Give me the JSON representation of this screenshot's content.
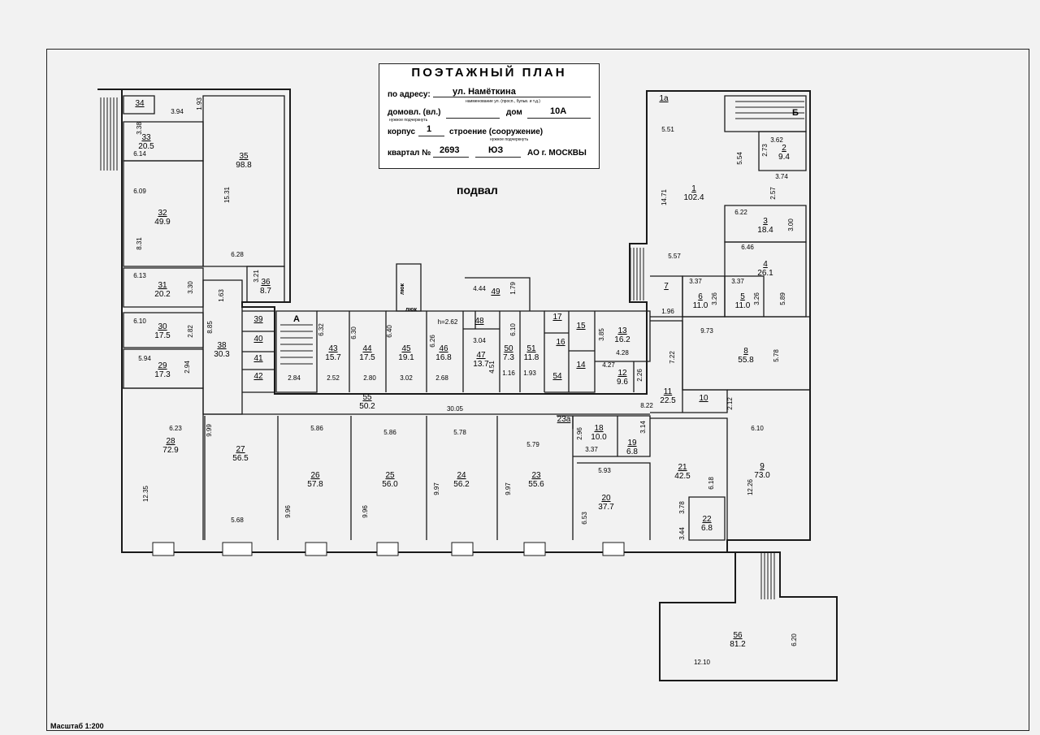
{
  "title_block": {
    "heading": "ПОЭТАЖНЫЙ ПЛАН",
    "address_label": "по адресу:",
    "address_value": "ул. Намёткина",
    "address_note": "наименование ул. (просп., бульв. и т.д.)",
    "domovl_label": "домовл. (вл.)",
    "domovl_note": "нужное подчеркнуть",
    "dom_label": "дом",
    "dom_value": "10А",
    "korpus_label": "корпус",
    "korpus_value": "1",
    "stroenie_label": "строение (сооружение)",
    "stroenie_note": "нужное подчеркнуть",
    "kvartal_label": "квартал №",
    "kvartal_value": "2693",
    "okrug_value": "ЮЗ",
    "ao_label": "АО г. МОСКВЫ"
  },
  "floor_name": "подвал",
  "scale": "Масштаб 1:200",
  "rooms": [
    {
      "no": "34",
      "area": ""
    },
    {
      "no": "33",
      "area": "20.5"
    },
    {
      "no": "35",
      "area": "98.8"
    },
    {
      "no": "32",
      "area": "49.9"
    },
    {
      "no": "31",
      "area": "20.2"
    },
    {
      "no": "36",
      "area": "8.7"
    },
    {
      "no": "30",
      "area": "17.5"
    },
    {
      "no": "29",
      "area": "17.3"
    },
    {
      "no": "38",
      "area": "30.3"
    },
    {
      "no": "39",
      "area": ""
    },
    {
      "no": "40",
      "area": ""
    },
    {
      "no": "41",
      "area": ""
    },
    {
      "no": "42",
      "area": ""
    },
    {
      "no": "43",
      "area": "15.7"
    },
    {
      "no": "44",
      "area": "17.5"
    },
    {
      "no": "45",
      "area": "19.1"
    },
    {
      "no": "46",
      "area": "16.8"
    },
    {
      "no": "47",
      "area": "13.7"
    },
    {
      "no": "48",
      "area": ""
    },
    {
      "no": "49",
      "area": ""
    },
    {
      "no": "50",
      "area": "7.3"
    },
    {
      "no": "51",
      "area": "11.8"
    },
    {
      "no": "17",
      "area": ""
    },
    {
      "no": "15",
      "area": ""
    },
    {
      "no": "16",
      "area": ""
    },
    {
      "no": "14",
      "area": ""
    },
    {
      "no": "54",
      "area": ""
    },
    {
      "no": "13",
      "area": "16.2"
    },
    {
      "no": "12",
      "area": "9.6"
    },
    {
      "no": "55",
      "area": "50.2"
    },
    {
      "no": "28",
      "area": "72.9"
    },
    {
      "no": "27",
      "area": "56.5"
    },
    {
      "no": "26",
      "area": "57.8"
    },
    {
      "no": "25",
      "area": "56.0"
    },
    {
      "no": "24",
      "area": "56.2"
    },
    {
      "no": "23",
      "area": "55.6"
    },
    {
      "no": "23а",
      "area": ""
    },
    {
      "no": "18",
      "area": "10.0"
    },
    {
      "no": "19",
      "area": "6.8"
    },
    {
      "no": "20",
      "area": "37.7"
    },
    {
      "no": "21",
      "area": "42.5"
    },
    {
      "no": "22",
      "area": "6.8"
    },
    {
      "no": "1а",
      "area": ""
    },
    {
      "no": "1",
      "area": "102.4"
    },
    {
      "no": "2",
      "area": "9.4"
    },
    {
      "no": "3",
      "area": "18.4"
    },
    {
      "no": "4",
      "area": "26.1"
    },
    {
      "no": "7",
      "area": ""
    },
    {
      "no": "6",
      "area": "11.0"
    },
    {
      "no": "5",
      "area": "11.0"
    },
    {
      "no": "8",
      "area": "55.8"
    },
    {
      "no": "11",
      "area": "22.5"
    },
    {
      "no": "10",
      "area": ""
    },
    {
      "no": "9",
      "area": "73.0"
    },
    {
      "no": "56",
      "area": "81.2"
    }
  ],
  "dimensions": [
    "3.94",
    "1.93",
    "3.38",
    "6.14",
    "15.31",
    "6.09",
    "8.31",
    "6.28",
    "6.13",
    "3.30",
    "3.21",
    "1.63",
    "6.10",
    "2.82",
    "8.85",
    "5.94",
    "2.94",
    "2.84",
    "6.32",
    "2.52",
    "6.30",
    "2.80",
    "6.40",
    "3.02",
    "h=2.62",
    "6.26",
    "2.68",
    "3.04",
    "4.51",
    "1.16",
    "6.10",
    "1.93",
    "4.44",
    "1.79",
    "3.85",
    "4.28",
    "4.27",
    "2.26",
    "30.05",
    "8.22",
    "6.23",
    "9.99",
    "12.35",
    "5.68",
    "5.86",
    "9.96",
    "5.86",
    "9.96",
    "5.78",
    "9.97",
    "5.79",
    "9.97",
    "2.96",
    "3.37",
    "3.14",
    "5.93",
    "6.53",
    "3.78",
    "3.44",
    "6.18",
    "12.26",
    "6.10",
    "2.12",
    "9.73",
    "5.78",
    "7.22",
    "1.96",
    "3.37",
    "3.26",
    "3.37",
    "3.26",
    "5.89",
    "6.46",
    "6.22",
    "3.00",
    "5.57",
    "14.71",
    "5.51",
    "5.54",
    "2.73",
    "3.62",
    "3.74",
    "2.57",
    "12.10",
    "6.20"
  ],
  "labels": {
    "stair_a": "А",
    "stair_b": "Б",
    "hatch": "люк",
    "hatch2": "люк"
  }
}
